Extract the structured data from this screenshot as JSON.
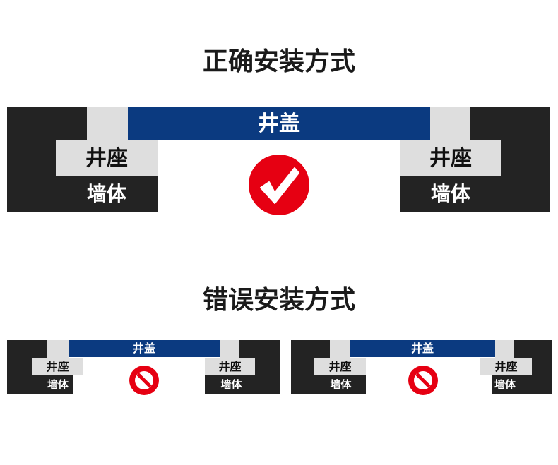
{
  "correct": {
    "title": "正确安装方式",
    "cover": "井盖",
    "seat_left": "井座",
    "seat_right": "井座",
    "wall_left": "墙体",
    "wall_right": "墙体",
    "icon": "check-circle-icon"
  },
  "wrong": {
    "title": "错误安装方式",
    "diagrams": [
      {
        "cover": "井盖",
        "seat_left": "井座",
        "seat_right": "井座",
        "wall_left": "墙体",
        "wall_right": "墙体",
        "icon": "prohibited-icon"
      },
      {
        "cover": "井盖",
        "seat_left": "井座",
        "seat_right": "井座",
        "wall_left": "墙体",
        "wall_right": "墙体",
        "icon": "prohibited-icon"
      }
    ]
  },
  "colors": {
    "wall": "#232323",
    "seat": "#dedede",
    "cover": "#0b3a80",
    "ok": "#e60012",
    "bad": "#e60012"
  }
}
